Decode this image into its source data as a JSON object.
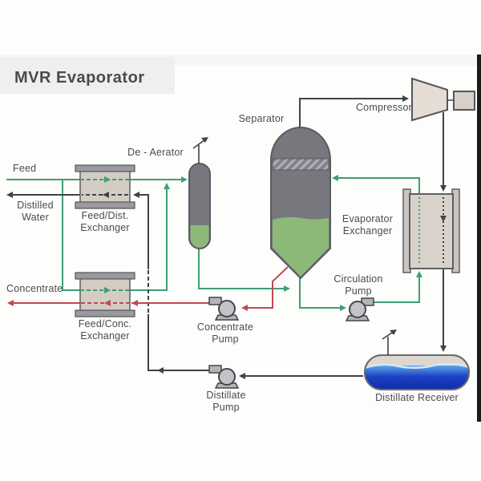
{
  "title": "MVR Evaporator",
  "colors": {
    "process_green": "#3f9e74",
    "process_dark": "#3e4347",
    "process_red": "#bf4853",
    "vessel_gray": "#77777e",
    "liquid_green": "#8cb977",
    "liquid_blue": "#1535b5",
    "exchanger_tan": "#d3ccc3",
    "label_text": "#4b4b50"
  },
  "streams": {
    "feed": "Feed",
    "distilled_water": "Distilled\nWater",
    "concentrate": "Concentrate"
  },
  "equipment": {
    "de_aerator": "De - Aerator",
    "separator": "Separator",
    "compressor": "Compressor",
    "feed_dist_exchanger": "Feed/Dist.\nExchanger",
    "feed_conc_exchanger": "Feed/Conc.\nExchanger",
    "evaporator_exchanger": "Evaporator\nExchanger",
    "circulation_pump": "Circulation\nPump",
    "concentrate_pump": "Concentrate\nPump",
    "distillate_pump": "Distillate\nPump",
    "distillate_receiver": "Distillate Receiver"
  }
}
